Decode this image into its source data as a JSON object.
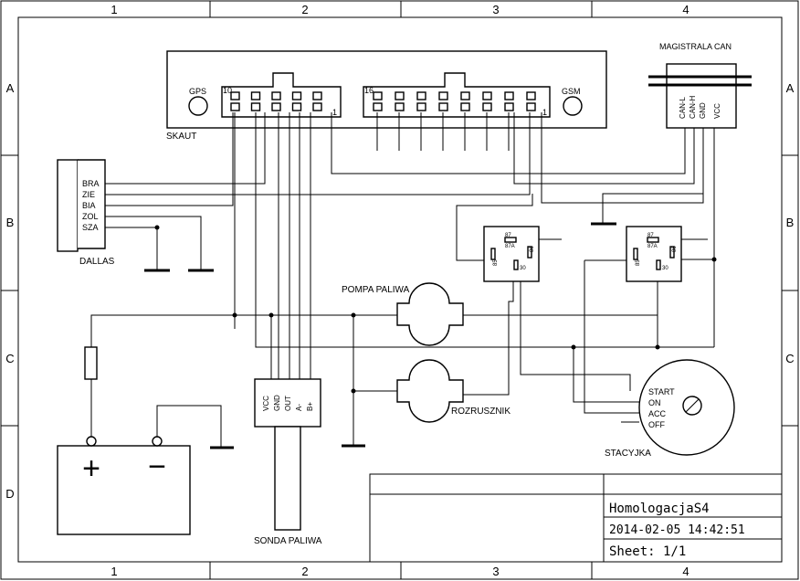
{
  "frame": {
    "columns": [
      "1",
      "2",
      "3",
      "4"
    ],
    "rows": [
      "A",
      "B",
      "C",
      "D"
    ]
  },
  "components": {
    "skaut": {
      "label": "SKAUT",
      "gps": "GPS",
      "gsm": "GSM",
      "left_connector_first": "10",
      "left_connector_last": "1",
      "right_connector_first": "16",
      "right_connector_last": "1"
    },
    "can_bus": {
      "title": "MAGISTRALA CAN",
      "pins": [
        "CAN-L",
        "CAN-H",
        "GND",
        "VCC"
      ]
    },
    "dallas": {
      "label": "DALLAS",
      "wires": [
        "BRA",
        "ZIE",
        "BIA",
        "ZOL",
        "SZA"
      ]
    },
    "relay1": {
      "pins": [
        "87",
        "87A",
        "86",
        "85",
        "30"
      ]
    },
    "relay2": {
      "pins": [
        "87",
        "87A",
        "86",
        "85",
        "30"
      ]
    },
    "fuel_pump": {
      "label": "POMPA PALIWA"
    },
    "starter": {
      "label": "ROZRUSZNIK"
    },
    "fuel_probe": {
      "label": "SONDA PALIWA",
      "pins": [
        "VCC",
        "GND",
        "OUT",
        "A-",
        "B+"
      ]
    },
    "ignition": {
      "label": "STACYJKA",
      "positions": [
        "START",
        "ON",
        "ACC",
        "OFF"
      ]
    },
    "battery": {
      "plus": "+",
      "minus": "−"
    }
  },
  "title_block": {
    "title": "HomologacjaS4",
    "date": "2014-02-05 14:42:51",
    "sheet": "Sheet: 1/1"
  }
}
